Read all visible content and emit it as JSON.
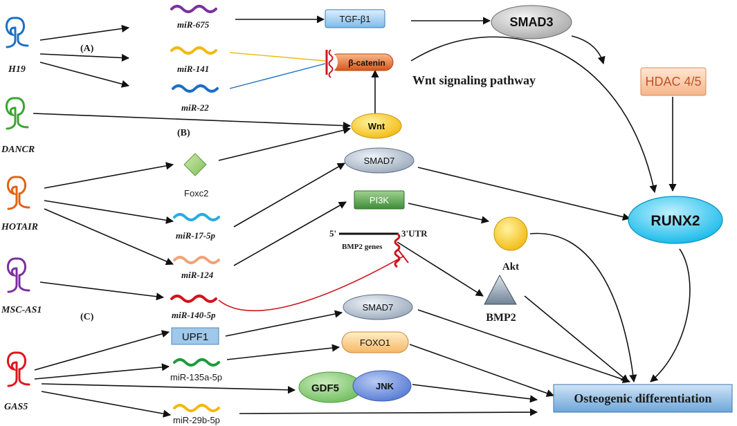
{
  "lncrnas": {
    "h19": "H19",
    "dancr": "DANCR",
    "hotair": "HOTAIR",
    "msc_as1": "MSC-AS1",
    "gas5": "GAS5"
  },
  "mirnas": {
    "mir675": "miR-675",
    "mir141": "miR-141",
    "mir22": "miR-22",
    "mir17": "miR-17-5p",
    "mir124": "miR-124",
    "mir140": "miR-140-5p",
    "mir135a": "miR-135a-5p",
    "mir29b": "miR-29b-5p"
  },
  "section_labels": {
    "a": "(A)",
    "b": "(B)",
    "c": "(C)"
  },
  "nodes": {
    "tgf_b1": "TGF-β1",
    "smad3": "SMAD3",
    "hdac": "HDAC 4/5",
    "beta_catenin": "β-catenin",
    "wnt": "Wnt",
    "foxc2": "Foxc2",
    "smad7_top": "SMAD7",
    "pi3k": "PI3K",
    "akt": "Akt",
    "runx2": "RUNX2",
    "bmp2": "BMP2",
    "smad7_bottom": "SMAD7",
    "upf1": "UPF1",
    "foxo1": "FOXO1",
    "gdf5": "GDF5",
    "jnk": "JNK",
    "osteo": "Osteogenic differentiation"
  },
  "gene": {
    "five_prime": "5'",
    "three_utr": "3'UTR",
    "bmp2_genes": "BMP2 genes"
  },
  "pathway_label": "Wnt signaling pathway",
  "colors": {
    "h19": "#1a6fc4",
    "dancr": "#3aa52f",
    "hotair": "#e0621a",
    "msc_as1": "#7b2fa0",
    "gas5": "#e0141e",
    "mir675": "#7b2fa0",
    "mir141": "#f2b90f",
    "mir22": "#1a6fc4",
    "mir17": "#29abe2",
    "mir124": "#f0a47a",
    "mir140": "#d0141e",
    "mir135a": "#1f9a3c",
    "mir29b": "#f2b90f",
    "inhibition_red": "#d0141e"
  }
}
